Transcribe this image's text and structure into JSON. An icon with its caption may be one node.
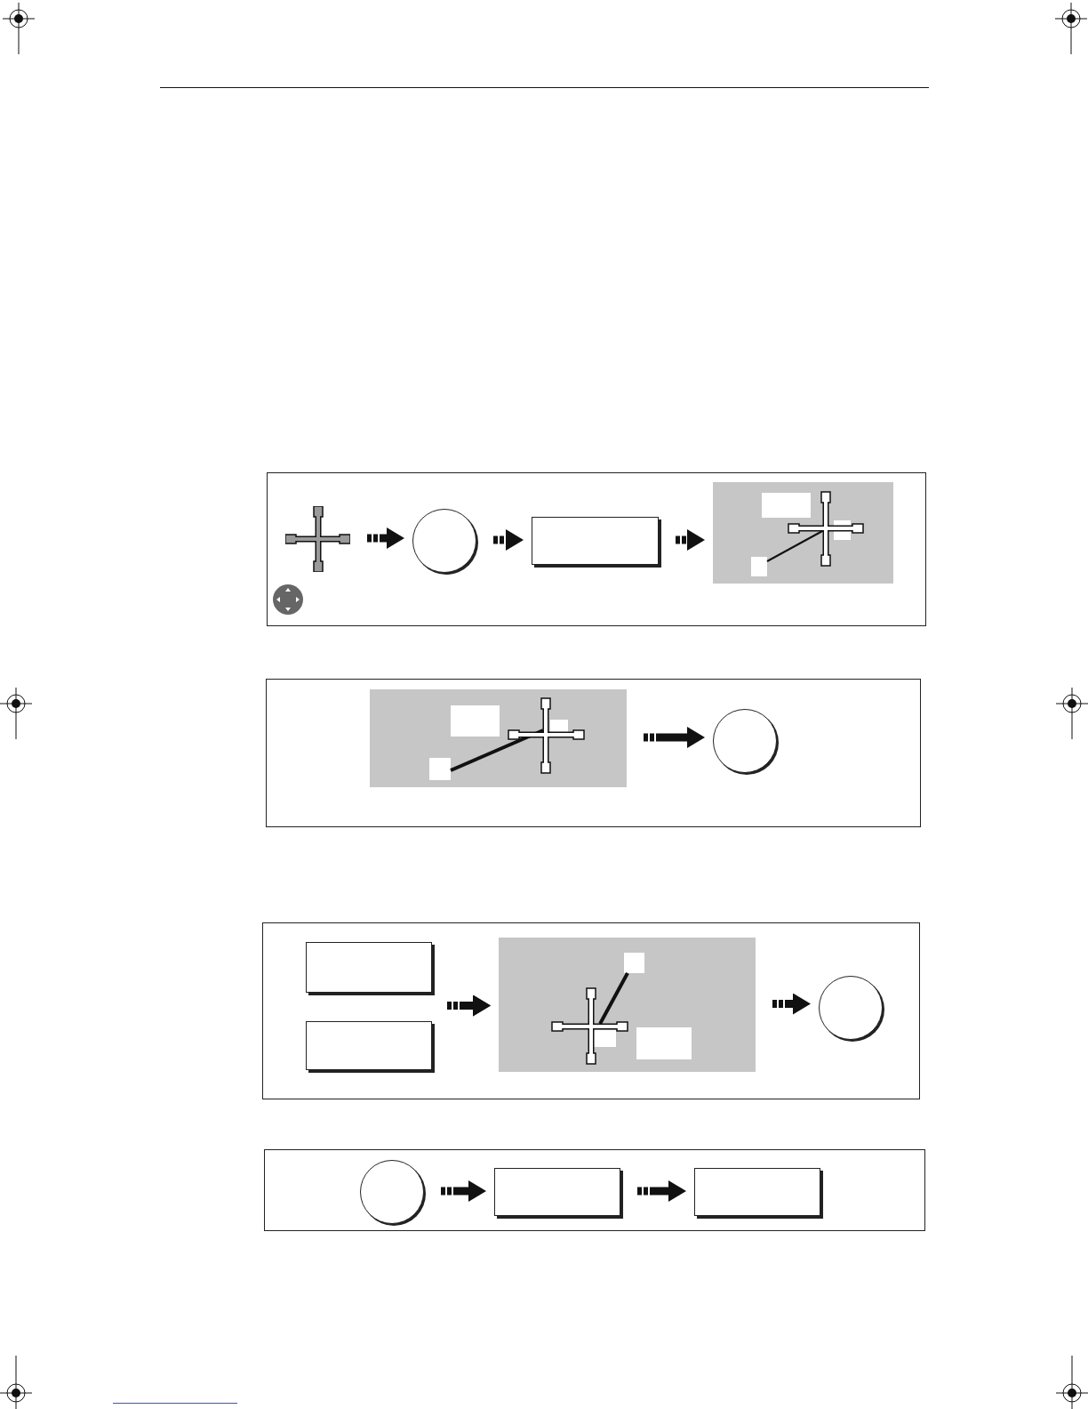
{
  "diagram": {
    "nodes": [
      {
        "text": [],
        "shape": "box"
      },
      {
        "text": [],
        "shape": "picture",
        "in": 0
      },
      {
        "text": [],
        "shape": "circle",
        "in": 0
      },
      {
        "text": [],
        "shape": "box",
        "in": 0
      },
      {
        "text": [],
        "shape": "picture",
        "in": 0
      },
      {
        "text": [],
        "shape": "box"
      },
      {
        "text": [],
        "shape": "picture",
        "in": 5
      },
      {
        "text": [],
        "shape": "circle",
        "in": 5
      },
      {
        "text": [],
        "shape": "box"
      },
      {
        "text": [],
        "shape": "box",
        "in": 8
      },
      {
        "text": [],
        "shape": "box",
        "in": 8
      },
      {
        "text": [],
        "shape": "picture",
        "in": 8
      },
      {
        "text": [],
        "shape": "circle",
        "in": 8
      },
      {
        "text": [],
        "shape": "box"
      },
      {
        "text": [],
        "shape": "circle",
        "in": 13
      },
      {
        "text": [],
        "shape": "box",
        "in": 13
      },
      {
        "text": [],
        "shape": "box",
        "in": 13
      }
    ],
    "edges": [
      {
        "from": 1,
        "to": 2,
        "arrow": "to"
      },
      {
        "from": 2,
        "to": 3,
        "arrow": "to"
      },
      {
        "from": 3,
        "to": 4,
        "arrow": "to"
      },
      {
        "from": 6,
        "to": 7,
        "arrow": "to"
      },
      {
        "from": 9,
        "to": 11,
        "arrow": "to"
      },
      {
        "from": 10,
        "to": 11,
        "arrow": "to"
      },
      {
        "from": 11,
        "to": 12,
        "arrow": "to"
      },
      {
        "from": 14,
        "to": 15,
        "arrow": "to"
      },
      {
        "from": 15,
        "to": 16,
        "arrow": "to"
      }
    ]
  }
}
